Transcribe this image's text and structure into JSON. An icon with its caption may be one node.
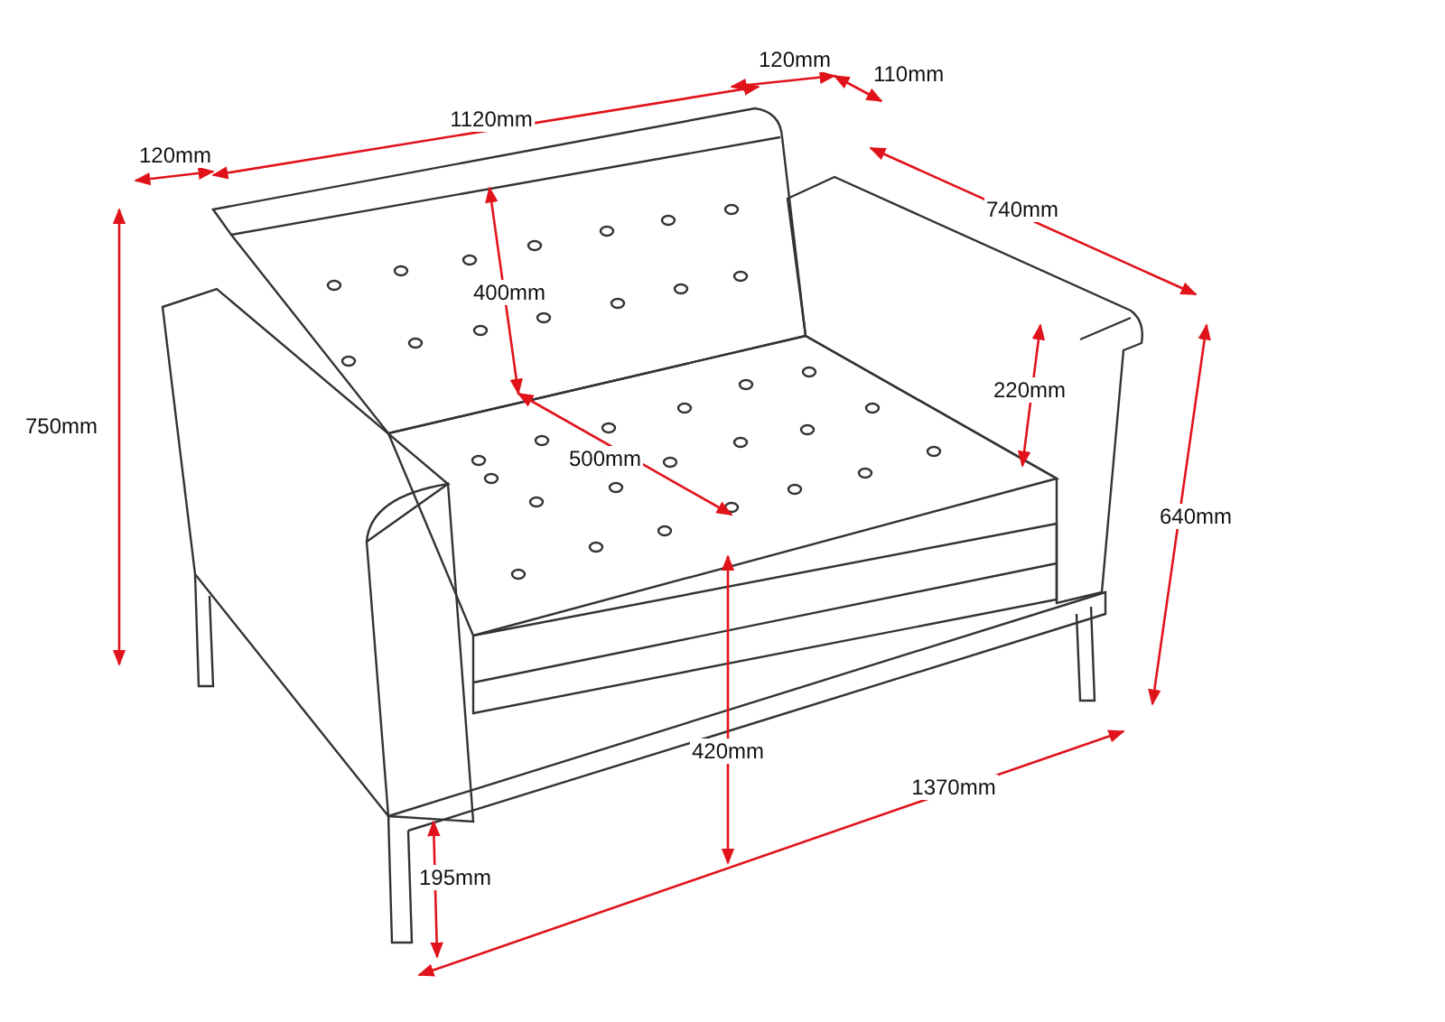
{
  "diagram": {
    "labels": [
      "120mm",
      "110mm",
      "1120mm",
      "120mm",
      "740mm",
      "750mm",
      "400mm",
      "220mm",
      "500mm",
      "640mm",
      "420mm",
      "1370mm",
      "195mm"
    ]
  }
}
